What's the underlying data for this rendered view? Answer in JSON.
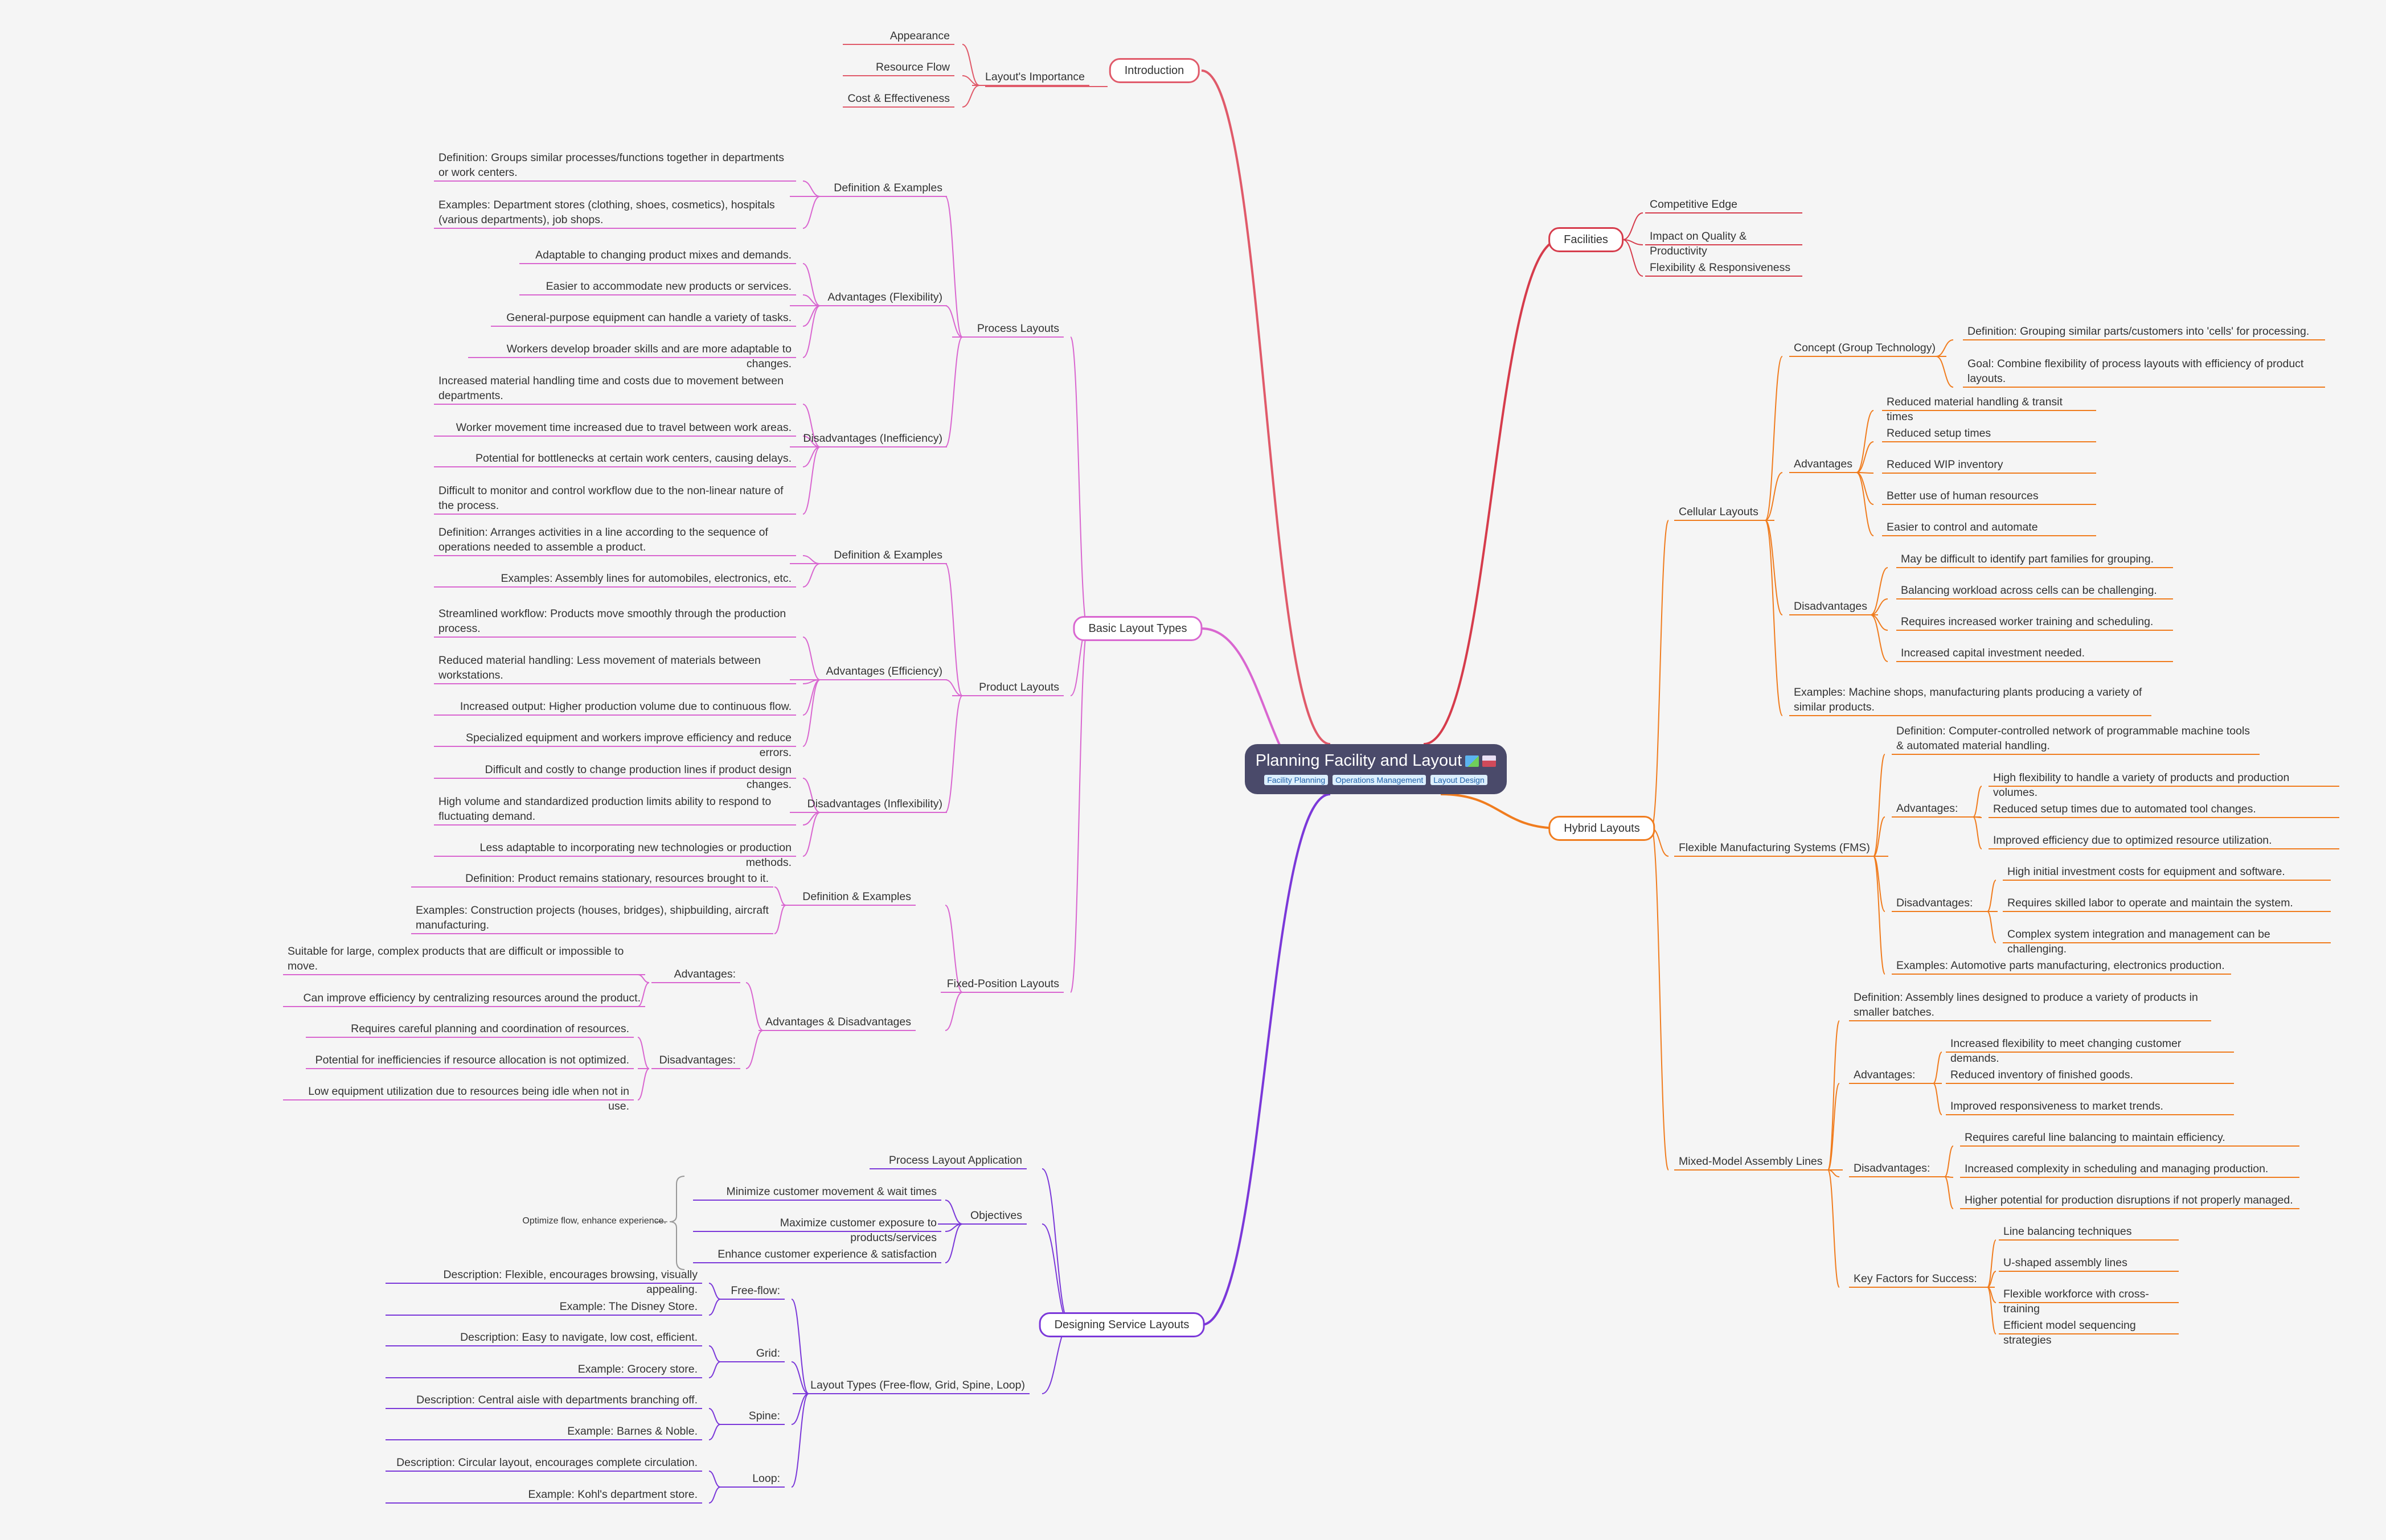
{
  "root": {
    "title": "Planning Facility and Layout",
    "tags": [
      "Facility Planning",
      "Operations Management",
      "Layout Design"
    ],
    "icons": [
      "world-map-emoji",
      "factory-emoji"
    ]
  },
  "colors": {
    "introduction": "#e05a6a",
    "facilities": "#d63c4c",
    "basic": "#d966d0",
    "service": "#7b38d9",
    "hybrid": "#f07c1e"
  },
  "introduction": {
    "label": "Introduction",
    "layout_importance": {
      "label": "Layout's Importance",
      "items": [
        "Appearance",
        "Resource Flow",
        "Cost & Effectiveness"
      ]
    }
  },
  "facilities": {
    "label": "Facilities",
    "items": [
      "Competitive Edge",
      "Impact on Quality & Productivity",
      "Flexibility & Responsiveness"
    ]
  },
  "basic": {
    "label": "Basic Layout Types",
    "process": {
      "label": "Process Layouts",
      "definition": {
        "label": "Definition & Examples",
        "items": [
          "Definition: Groups similar processes/functions together in departments or work centers.",
          "Examples: Department stores (clothing, shoes, cosmetics), hospitals (various departments), job shops."
        ]
      },
      "advantages": {
        "label": "Advantages (Flexibility)",
        "items": [
          "Adaptable to changing product mixes and demands.",
          "Easier to accommodate new products or services.",
          "General-purpose equipment can handle a variety of tasks.",
          "Workers develop broader skills and are more adaptable to changes."
        ]
      },
      "disadvantages": {
        "label": "Disadvantages (Inefficiency)",
        "items": [
          "Increased material handling time and costs due to movement between departments.",
          "Worker movement time increased due to travel between work areas.",
          "Potential for bottlenecks at certain work centers, causing delays.",
          "Difficult to monitor and control workflow due to the non-linear nature of the process."
        ]
      }
    },
    "product": {
      "label": "Product Layouts",
      "definition": {
        "label": "Definition & Examples",
        "items": [
          "Definition: Arranges activities in a line according to the sequence of operations needed to assemble a product.",
          "Examples: Assembly lines for automobiles, electronics, etc."
        ]
      },
      "advantages": {
        "label": "Advantages (Efficiency)",
        "items": [
          "Streamlined workflow:  Products move smoothly through the production process.",
          "Reduced material handling: Less movement of materials between workstations.",
          "Increased output: Higher production volume due to continuous flow.",
          "Specialized equipment and workers improve efficiency and reduce errors."
        ]
      },
      "disadvantages": {
        "label": "Disadvantages (Inflexibility)",
        "items": [
          "Difficult and costly to change production lines if product design changes.",
          "High volume and standardized production limits ability to respond to fluctuating demand.",
          "Less adaptable to incorporating new technologies or production methods."
        ]
      }
    },
    "fixed": {
      "label": "Fixed-Position Layouts",
      "definition": {
        "label": "Definition & Examples",
        "items": [
          "Definition: Product remains stationary, resources brought to it.",
          "Examples: Construction projects (houses, bridges), shipbuilding, aircraft manufacturing."
        ]
      },
      "adv_disadv": {
        "label": "Advantages & Disadvantages",
        "advantages": {
          "label": "Advantages:",
          "items": [
            "Suitable for large, complex products that are difficult or impossible to move.",
            "Can improve efficiency by centralizing resources around the product."
          ]
        },
        "disadvantages": {
          "label": "Disadvantages:",
          "items": [
            "Requires careful planning and coordination of resources.",
            "Potential for inefficiencies if resource allocation is not optimized.",
            "Low equipment utilization due to resources being idle when not in use."
          ]
        }
      }
    }
  },
  "service": {
    "label": "Designing Service Layouts",
    "application": "Process Layout Application",
    "objectives": {
      "label": "Objectives",
      "items": [
        "Minimize customer movement & wait times",
        "Maximize customer exposure to products/services",
        "Enhance customer experience & satisfaction"
      ],
      "summary": "Optimize flow, enhance experience."
    },
    "types": {
      "label": "Layout Types (Free-flow, Grid, Spine, Loop)",
      "freeflow": {
        "label": "Free-flow:",
        "items": [
          "Description: Flexible, encourages browsing, visually appealing.",
          "Example:  The Disney Store."
        ]
      },
      "grid": {
        "label": "Grid:",
        "items": [
          "Description: Easy to navigate, low cost, efficient.",
          "Example: Grocery store."
        ]
      },
      "spine": {
        "label": "Spine:",
        "items": [
          "Description: Central aisle with departments branching off.",
          "Example: Barnes & Noble."
        ]
      },
      "loop": {
        "label": "Loop:",
        "items": [
          "Description: Circular layout, encourages complete circulation.",
          "Example: Kohl's department store."
        ]
      }
    }
  },
  "hybrid": {
    "label": "Hybrid Layouts",
    "cellular": {
      "label": "Cellular Layouts",
      "concept": {
        "label": "Concept (Group Technology)",
        "items": [
          "Definition: Grouping similar parts/customers into 'cells' for processing.",
          "Goal: Combine flexibility of process layouts with efficiency of product layouts."
        ]
      },
      "advantages": {
        "label": "Advantages",
        "items": [
          "Reduced material handling & transit times",
          "Reduced setup times",
          "Reduced WIP inventory",
          "Better use of human resources",
          "Easier to control and automate"
        ]
      },
      "disadvantages": {
        "label": "Disadvantages",
        "items": [
          "May be difficult to identify part families for grouping.",
          "Balancing workload across cells can be challenging.",
          "Requires increased worker training and scheduling.",
          "Increased capital investment needed."
        ]
      },
      "examples": "Examples:  Machine shops, manufacturing plants producing a variety of similar products."
    },
    "fms": {
      "label": "Flexible Manufacturing Systems (FMS)",
      "definition": "Definition: Computer-controlled network of programmable machine tools & automated material handling.",
      "advantages": {
        "label": "Advantages:",
        "items": [
          "High flexibility to handle a variety of products and production volumes.",
          "Reduced setup times due to automated tool changes.",
          "Improved efficiency due to optimized resource utilization."
        ]
      },
      "disadvantages": {
        "label": "Disadvantages:",
        "items": [
          "High initial investment costs for equipment and software.",
          "Requires skilled labor to operate and maintain the system.",
          "Complex system integration and management can be challenging."
        ]
      },
      "examples": "Examples:  Automotive parts manufacturing, electronics production."
    },
    "mixed": {
      "label": "Mixed-Model Assembly Lines",
      "definition": "Definition:  Assembly lines designed to produce a variety of products in smaller batches.",
      "advantages": {
        "label": "Advantages:",
        "items": [
          "Increased flexibility to meet changing customer demands.",
          "Reduced inventory of finished goods.",
          "Improved responsiveness to market trends."
        ]
      },
      "disadvantages": {
        "label": "Disadvantages:",
        "items": [
          "Requires careful line balancing to maintain efficiency.",
          "Increased complexity in scheduling and managing production.",
          "Higher potential for production disruptions if not properly managed."
        ]
      },
      "key_factors": {
        "label": "Key Factors for Success:",
        "items": [
          "Line balancing techniques",
          "U-shaped assembly lines",
          "Flexible workforce with cross-training",
          "Efficient model sequencing strategies"
        ]
      }
    }
  }
}
